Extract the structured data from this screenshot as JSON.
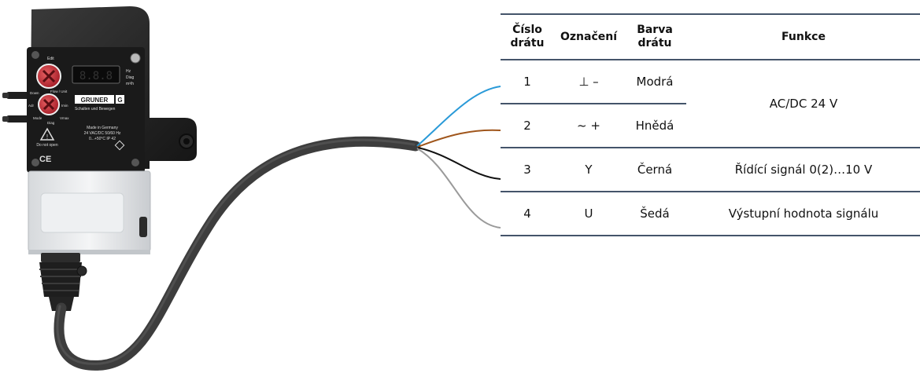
{
  "device": {
    "display_digits": "8.8.8",
    "brand": "GRUNER",
    "brand_mark": "G",
    "tagline": "Schalten und Bewegen",
    "made_in": "Made in Germany",
    "rating": "24 VAC/DC 50/60 Hz",
    "temp_ip": "0...+50°C IP 42",
    "side_labels": [
      "Hz",
      "Diag",
      "m³/h"
    ],
    "knob1_label": "Edit",
    "knob2_labels": [
      "Down",
      "Flow / Unit",
      "Adr",
      "Imin",
      "Mode",
      "Vmax",
      "Diag"
    ],
    "warning_text": "Do not open",
    "ce_mark": "CE"
  },
  "table": {
    "headers": {
      "number": "Číslo drátu",
      "mark": "Označení",
      "color": "Barva drátu",
      "function": "Funkce"
    },
    "rows": [
      {
        "number": "1",
        "mark": "⊥ –",
        "color": "Modrá",
        "function": "AC/DC 24 V"
      },
      {
        "number": "2",
        "mark": "~ +",
        "color": "Hnědá",
        "function": ""
      },
      {
        "number": "3",
        "mark": "Y",
        "color": "Černá",
        "function": "Řídící signál 0(2)…10 V"
      },
      {
        "number": "4",
        "mark": "U",
        "color": "Šedá",
        "function": "Výstupní hodnota signálu"
      }
    ]
  },
  "wire_colors": {
    "blue": "#2a9ad8",
    "brown": "#a0561c",
    "black": "#111111",
    "grey": "#9a9a9a"
  }
}
